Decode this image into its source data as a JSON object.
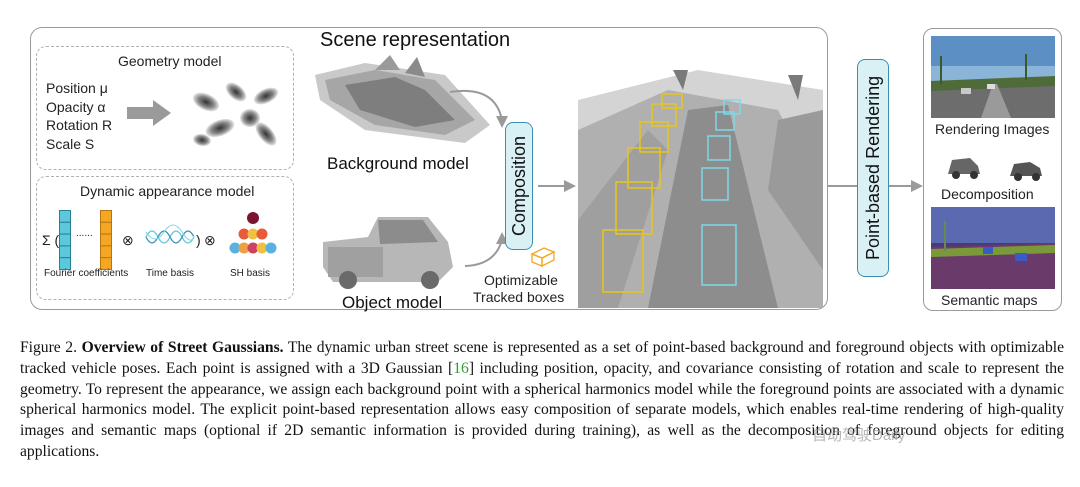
{
  "figure": {
    "scene_title": "Scene representation",
    "geometry": {
      "title": "Geometry model",
      "params": [
        "Position μ",
        "Opacity α",
        "Rotation R",
        "Scale S"
      ]
    },
    "appearance": {
      "title": "Dynamic appearance model",
      "sigma": "Σ (",
      "dots": "......",
      "otimes": "⊗",
      "paren_close": ")",
      "fourier_label": "Fourier coefficients",
      "time_label": "Time basis",
      "sh_label": "SH basis"
    },
    "background_label": "Background model",
    "object_label": "Object model",
    "composition_label": "Composition",
    "optimizable_label": "Optimizable",
    "tracked_label": "Tracked boxes",
    "rendering_label": "Point-based Rendering",
    "outputs": [
      "Rendering Images",
      "Decomposition",
      "Semantic maps"
    ]
  },
  "caption": {
    "figure_num": "Figure 2.",
    "bold_title": "Overview of Street Gaussians.",
    "part1": " The dynamic urban street scene is represented as a set of point-based background and foreground objects with optimizable tracked vehicle poses. Each point is assigned with a 3D Gaussian [",
    "cite": "16",
    "part2": "] including position, opacity, and covariance consisting of rotation and scale to represent the geometry. To represent the appearance, we assign each background point with a spherical harmonics model while the foreground points are associated with a dynamic spherical harmonics model. The explicit point-based representation allows easy composition of separate models, which enables real-time rendering of high-quality images and semantic maps (optional if 2D semantic information is provided during training), as well as the decomposition of foreground objects for editing applications."
  },
  "watermark": "自动驾驶Daily",
  "colors": {
    "teal": "#5cc8dc",
    "orange": "#f5a623",
    "yellow_box": "#e8c51a",
    "cyan_box": "#7fd8e6",
    "composition_fill": "#d9f0f5"
  }
}
